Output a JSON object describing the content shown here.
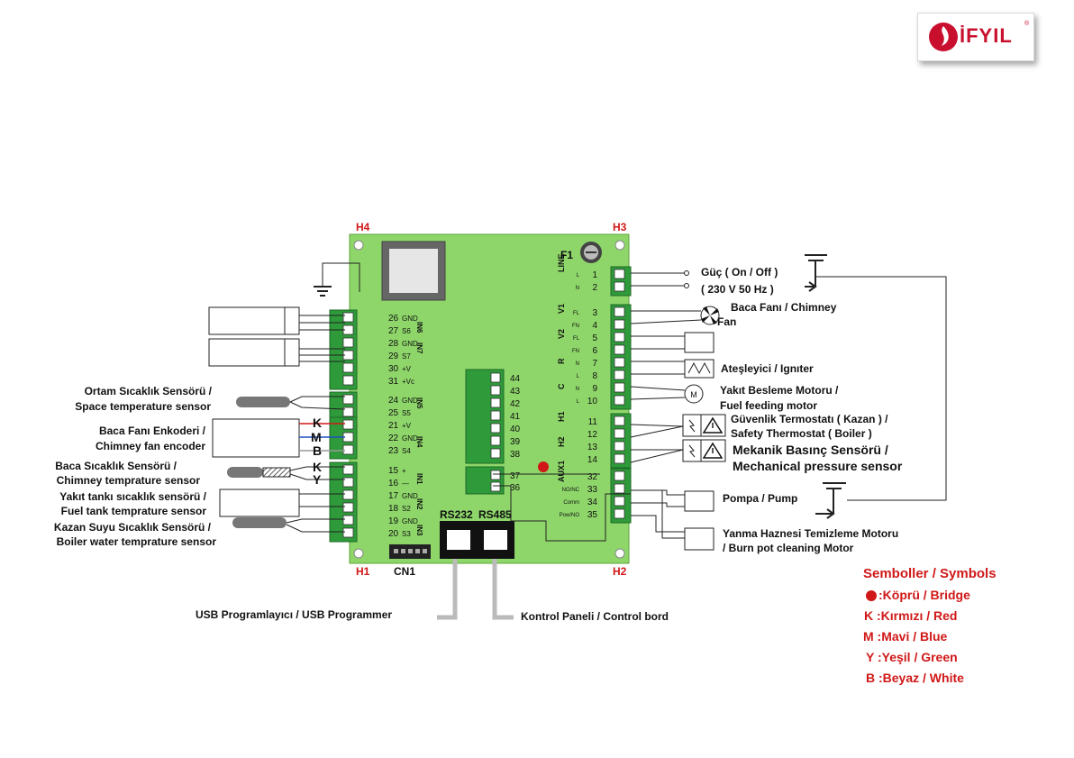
{
  "logo": {
    "brand": "İFYIL",
    "mark": "®"
  },
  "corners": {
    "h1": "H1",
    "h2": "H2",
    "h3": "H3",
    "h4": "H4"
  },
  "fuse": "F1",
  "connectors": {
    "rs232": "RS232",
    "rs485": "RS485",
    "cn1": "CN1"
  },
  "left_labels": {
    "space_sensor_tr": "Ortam Sıcaklık Sensörü /",
    "space_sensor_en": "Space temperature sensor",
    "fan_encoder_tr": "Baca Fanı Enkoderi /",
    "fan_encoder_en": "Chimney fan encoder",
    "chimney_sensor_tr": "Baca Sıcaklık Sensörü /",
    "chimney_sensor_en": "Chimney temprature sensor",
    "fuel_tank_tr": "Yakıt tankı sıcaklık sensörü /",
    "fuel_tank_en": "Fuel tank temprature sensor",
    "boiler_water_tr": "Kazan Suyu Sıcaklık Sensörü /",
    "boiler_water_en": "Boiler water temprature sensor"
  },
  "right_labels": {
    "power_1": "Güç ( On / Off )",
    "power_2": "( 230 V 50 Hz )",
    "chimney_fan_1": "Baca Fanı / Chimney",
    "chimney_fan_2": "Fan",
    "igniter": "Ateşleyici / Ignıter",
    "fuel_motor_1": "Yakıt Besleme Motoru /",
    "fuel_motor_2": "Fuel feeding motor",
    "safety_thermo_1": "Güvenlik Termostatı ( Kazan ) /",
    "safety_thermo_2": "Safety Thermostat ( Boiler )",
    "pressure_1": "Mekanik Basınç Sensörü /",
    "pressure_2": "Mechanical pressure sensor",
    "pump": "Pompa / Pump",
    "cleaning_1": "Yanma Haznesi Temizleme Motoru",
    "cleaning_2": "/ Burn pot cleaning Motor"
  },
  "wire_letters": {
    "k1": "K",
    "m": "M",
    "b": "B",
    "k2": "K",
    "y": "Y"
  },
  "bottom_labels": {
    "usb": "USB Programlayıcı  / USB Programmer",
    "panel": "Kontrol Paneli / Control bord"
  },
  "left_terminals": [
    {
      "num": "26",
      "sig": "GND"
    },
    {
      "num": "27",
      "sig": "S6"
    },
    {
      "num": "28",
      "sig": "GND"
    },
    {
      "num": "29",
      "sig": "S7"
    },
    {
      "num": "30",
      "sig": "+V"
    },
    {
      "num": "31",
      "sig": "+Vc"
    },
    {
      "num": "24",
      "sig": "GND"
    },
    {
      "num": "25",
      "sig": "S5"
    },
    {
      "num": "21",
      "sig": "+V"
    },
    {
      "num": "22",
      "sig": "GND"
    },
    {
      "num": "23",
      "sig": "S4"
    },
    {
      "num": "15",
      "sig": "+"
    },
    {
      "num": "16",
      "sig": "—"
    },
    {
      "num": "17",
      "sig": "GND"
    },
    {
      "num": "18",
      "sig": "S2"
    },
    {
      "num": "19",
      "sig": "GND"
    },
    {
      "num": "20",
      "sig": "S3"
    }
  ],
  "in_groups": [
    "IN6",
    "IN7",
    "IN5",
    "IN4",
    "IN1",
    "IN2",
    "IN3"
  ],
  "right_terminals": [
    {
      "num": "1",
      "sig": "L"
    },
    {
      "num": "2",
      "sig": "N"
    },
    {
      "num": "3",
      "sig": "FL"
    },
    {
      "num": "4",
      "sig": "FN"
    },
    {
      "num": "5",
      "sig": "FL"
    },
    {
      "num": "6",
      "sig": "FN"
    },
    {
      "num": "7",
      "sig": "N"
    },
    {
      "num": "8",
      "sig": "L"
    },
    {
      "num": "9",
      "sig": "N"
    },
    {
      "num": "10",
      "sig": "L"
    },
    {
      "num": "11",
      "sig": ""
    },
    {
      "num": "12",
      "sig": ""
    },
    {
      "num": "13",
      "sig": ""
    },
    {
      "num": "14",
      "sig": ""
    },
    {
      "num": "32",
      "sig": ""
    },
    {
      "num": "33",
      "sig": "NO/NC"
    },
    {
      "num": "34",
      "sig": "Comm"
    },
    {
      "num": "35",
      "sig": "Pow/NO"
    }
  ],
  "out_groups": [
    "LINE",
    "V1",
    "V2",
    "R",
    "C",
    "H1",
    "H2",
    "AUX1"
  ],
  "mid_terminals": [
    "44",
    "43",
    "42",
    "41",
    "40",
    "39",
    "38",
    "37",
    "36"
  ],
  "legend": [
    "Semboller / Symbols",
    ":Köprü / Bridge",
    "K :Kırmızı / Red",
    "M :Mavi / Blue",
    "Y :Yeşil / Green",
    "B :Beyaz / White"
  ],
  "colors": {
    "board": "#8ed66a",
    "board_edge": "#5ea43a",
    "terminal": "#2f9a3a",
    "brand_red": "#c8102e",
    "legend_red": "#d01818"
  }
}
